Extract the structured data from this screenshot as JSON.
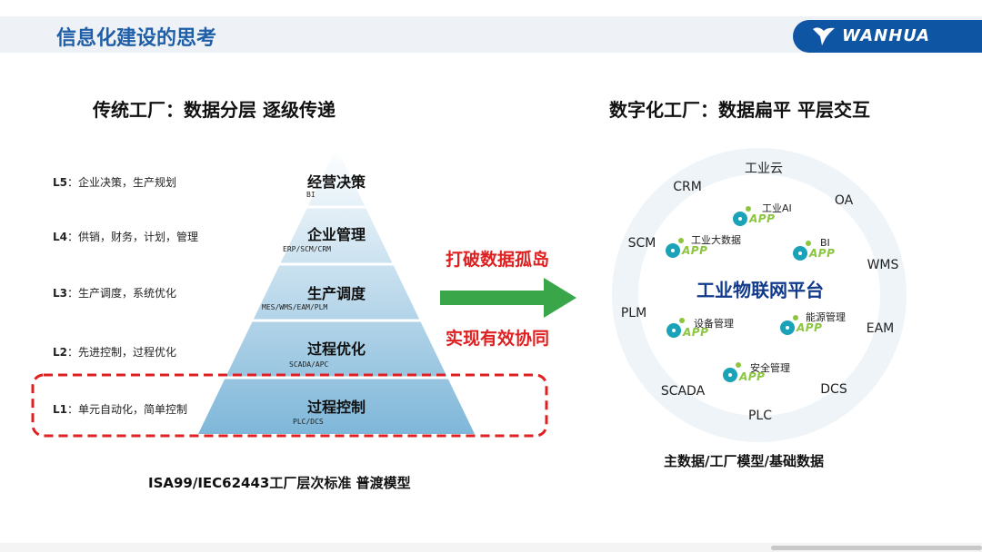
{
  "header": {
    "title": "信息化建设的思考",
    "logo_text": "WANHUA"
  },
  "left": {
    "title": "传统工厂：数据分层  逐级传递",
    "levels": [
      {
        "code": "L5",
        "desc": "：企业决策，生产规划",
        "name": "经营决策",
        "sub": "BI"
      },
      {
        "code": "L4",
        "desc": "：供销，财务，计划，管理",
        "name": "企业管理",
        "sub": "ERP/SCM/CRM"
      },
      {
        "code": "L3",
        "desc": "：生产调度，系统优化",
        "name": "生产调度",
        "sub": "MES/WMS/EAM/PLM"
      },
      {
        "code": "L2",
        "desc": "：先进控制，过程优化",
        "name": "过程优化",
        "sub": "SCADA/APC"
      },
      {
        "code": "L1",
        "desc": "：单元自动化，简单控制",
        "name": "过程控制",
        "sub": "PLC/DCS"
      }
    ],
    "footnote": "ISA99/IEC62443工厂层次标准      普渡模型"
  },
  "middle": {
    "top_text": "打破数据孤岛",
    "bottom_text": "实现有效协同"
  },
  "right": {
    "title": "数字化工厂：数据扁平  平层交互",
    "center": "工业物联网平台",
    "ring": [
      "工业云",
      "OA",
      "WMS",
      "EAM",
      "DCS",
      "PLC",
      "SCADA",
      "PLM",
      "SCM",
      "CRM"
    ],
    "apps": [
      "工业AI",
      "工业大数据",
      "BI",
      "设备管理",
      "能源管理",
      "安全管理"
    ],
    "app_badge": "APP",
    "footnote": "主数据/工厂模型/基础数据"
  },
  "colors": {
    "accent_blue": "#1f5fa8",
    "logo_blue": "#0e55a4",
    "red": "#e02020",
    "arrow_green": "#3aa64a",
    "app_green": "#8cc63f",
    "gear_teal": "#1aa3b8"
  }
}
